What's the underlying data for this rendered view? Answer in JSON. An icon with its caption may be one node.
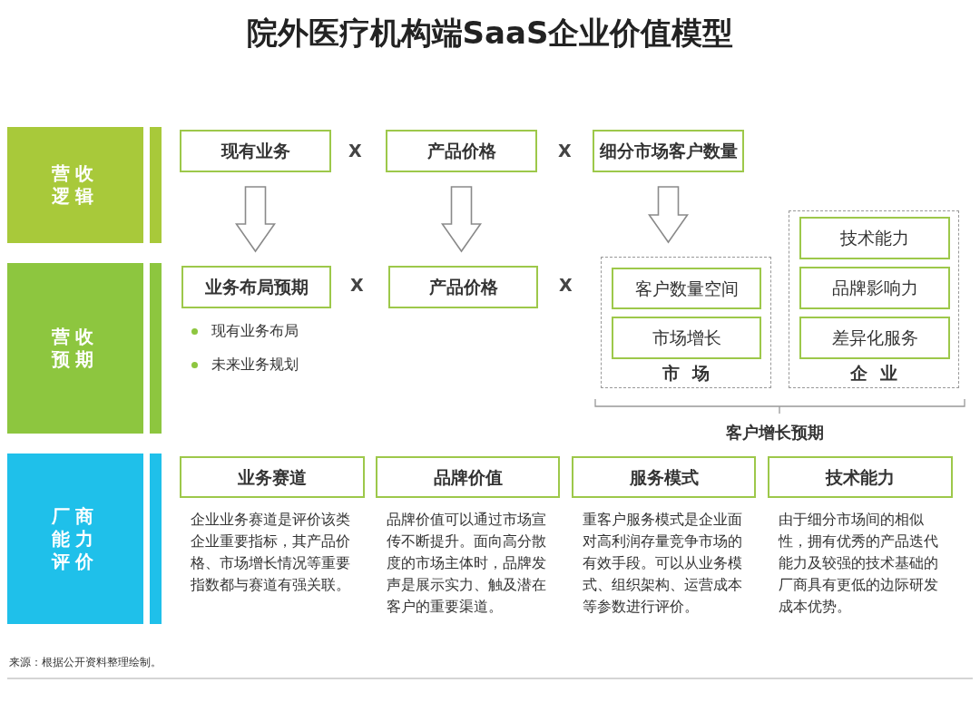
{
  "diagram": {
    "title": "院外医疗机构端SaaS企业价值模型",
    "nodes": [
      {
        "text": [
          "营收逻辑"
        ]
      },
      {
        "text": [
          "现有业务"
        ]
      },
      {
        "text": [
          "产品价格"
        ]
      },
      {
        "text": [
          "细分市场客户数量"
        ]
      },
      {
        "text": [
          "营收预期"
        ]
      },
      {
        "text": [
          "业务布局预期"
        ],
        "beside": [
          "现有业务布局",
          "未来业务规划"
        ]
      },
      {
        "text": [
          "产品价格"
        ]
      },
      {
        "text": [
          "市场"
        ]
      },
      {
        "text": [
          "客户数量空间"
        ],
        "in": 7
      },
      {
        "text": [
          "市场增长"
        ],
        "in": 7
      },
      {
        "text": [
          "企业"
        ]
      },
      {
        "text": [
          "技术能力"
        ],
        "in": 10
      },
      {
        "text": [
          "品牌影响力"
        ],
        "in": 10
      },
      {
        "text": [
          "差异化服务"
        ],
        "in": 10
      },
      {
        "text": [
          "厂商能力评价"
        ]
      },
      {
        "text": [
          "业务赛道"
        ],
        "beside": [
          "企业业务赛道是评价该类企业重要指标，其产品价格、市场增长情况等重要指数都与赛道有强关联。"
        ]
      },
      {
        "text": [
          "品牌价值"
        ],
        "beside": [
          "品牌价值可以通过市场宣传不断提升。面向高分散度的市场主体时，品牌发声是展示实力、触及潜在客户的重要渠道。"
        ]
      },
      {
        "text": [
          "服务模式"
        ],
        "beside": [
          "重客户服务模式是企业面对高利润存量竞争市场的有效手段。可以从业务模式、组织架构、运营成本等参数进行评价。"
        ]
      },
      {
        "text": [
          "技术能力"
        ],
        "beside": [
          "由于细分市场间的相似性，拥有优秀的产品迭代能力及较强的技术基础的厂商具有更低的边际研发成本优势。"
        ]
      }
    ],
    "edges": [
      {
        "from": 1,
        "to": 5,
        "arrow": "to"
      },
      {
        "from": 2,
        "to": 6,
        "arrow": "to"
      },
      {
        "from": 3,
        "to": 7,
        "arrow": "to"
      }
    ],
    "labels": [
      "X",
      "X",
      "X",
      "X",
      "客户增长预期",
      "来源：根据公开资料整理绘制。"
    ]
  }
}
